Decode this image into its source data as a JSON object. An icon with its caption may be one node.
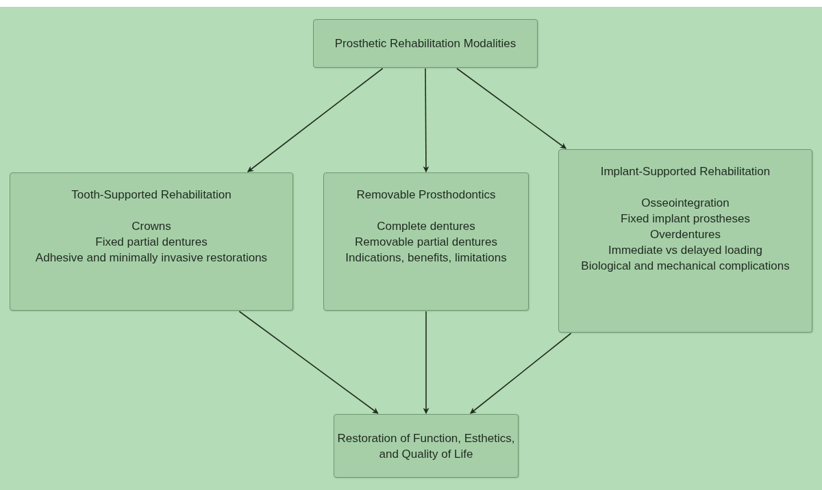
{
  "diagram": {
    "nodes": [
      {
        "text": [
          "Prosthetic Rehabilitation Modalities"
        ]
      },
      {
        "text": [
          "Tooth-Supported Rehabilitation",
          "Crowns",
          "Fixed partial dentures",
          "Adhesive and minimally invasive restorations"
        ]
      },
      {
        "text": [
          "Removable Prosthodontics",
          "Complete dentures",
          "Removable partial dentures",
          "Indications, benefits, limitations"
        ]
      },
      {
        "text": [
          "Implant-Supported Rehabilitation",
          "Osseointegration",
          "Fixed implant prostheses",
          "Overdentures",
          "Immediate vs delayed loading",
          "Biological and mechanical complications"
        ]
      },
      {
        "text": [
          "Restoration of Function, Esthetics, and Quality of Life"
        ]
      }
    ],
    "edges": [
      {
        "from": 0,
        "to": 1,
        "arrow": "to"
      },
      {
        "from": 0,
        "to": 2,
        "arrow": "to"
      },
      {
        "from": 0,
        "to": 3,
        "arrow": "to"
      },
      {
        "from": 1,
        "to": 4,
        "arrow": "to"
      },
      {
        "from": 2,
        "to": 4,
        "arrow": "to"
      },
      {
        "from": 3,
        "to": 4,
        "arrow": "to"
      }
    ]
  }
}
